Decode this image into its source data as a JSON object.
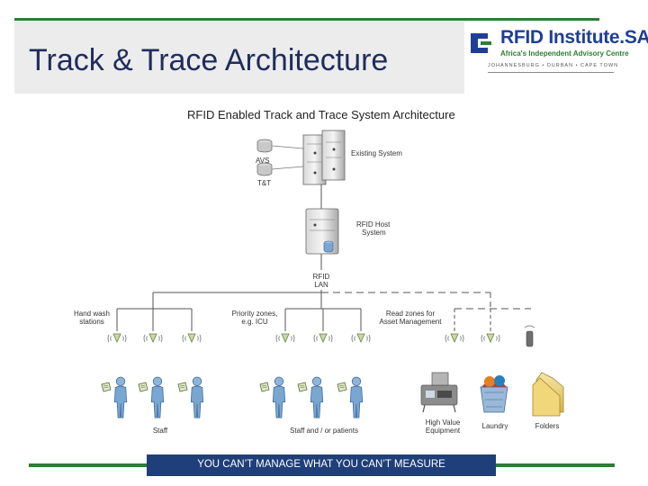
{
  "slide": {
    "title": "Track & Trace Architecture",
    "footer": "YOU CAN’T MANAGE WHAT YOU CAN’T MEASURE"
  },
  "logo": {
    "name": "RFID Institute.SA",
    "tagline": "Africa's Independent Advisory Centre",
    "cities": "JOHANNESBURG • DURBAN • CAPE TOWN",
    "brand_color": "#1f3f96",
    "accent_color": "#2e7d32"
  },
  "diagram": {
    "title": "RFID Enabled Track and Trace System Architecture",
    "labels": {
      "avs": "AVS",
      "tt": "T&T",
      "existing_system": "Existing System",
      "rfid_host_line1": "RFID Host",
      "rfid_host_line2": "System",
      "rfid_lan_line1": "RFID",
      "rfid_lan_line2": "LAN",
      "hand_wash_line1": "Hand wash",
      "hand_wash_line2": "stations",
      "priority_line1": "Priority zones,",
      "priority_line2": "e.g. ICU",
      "read_zones_line1": "Read zones for",
      "read_zones_line2": "Asset Management",
      "staff": "Staff",
      "staff_patients": "Staff and / or patients",
      "high_value_line1": "High Value",
      "high_value_line2": "Equipment",
      "laundry": "Laundry",
      "folders": "Folders"
    }
  }
}
